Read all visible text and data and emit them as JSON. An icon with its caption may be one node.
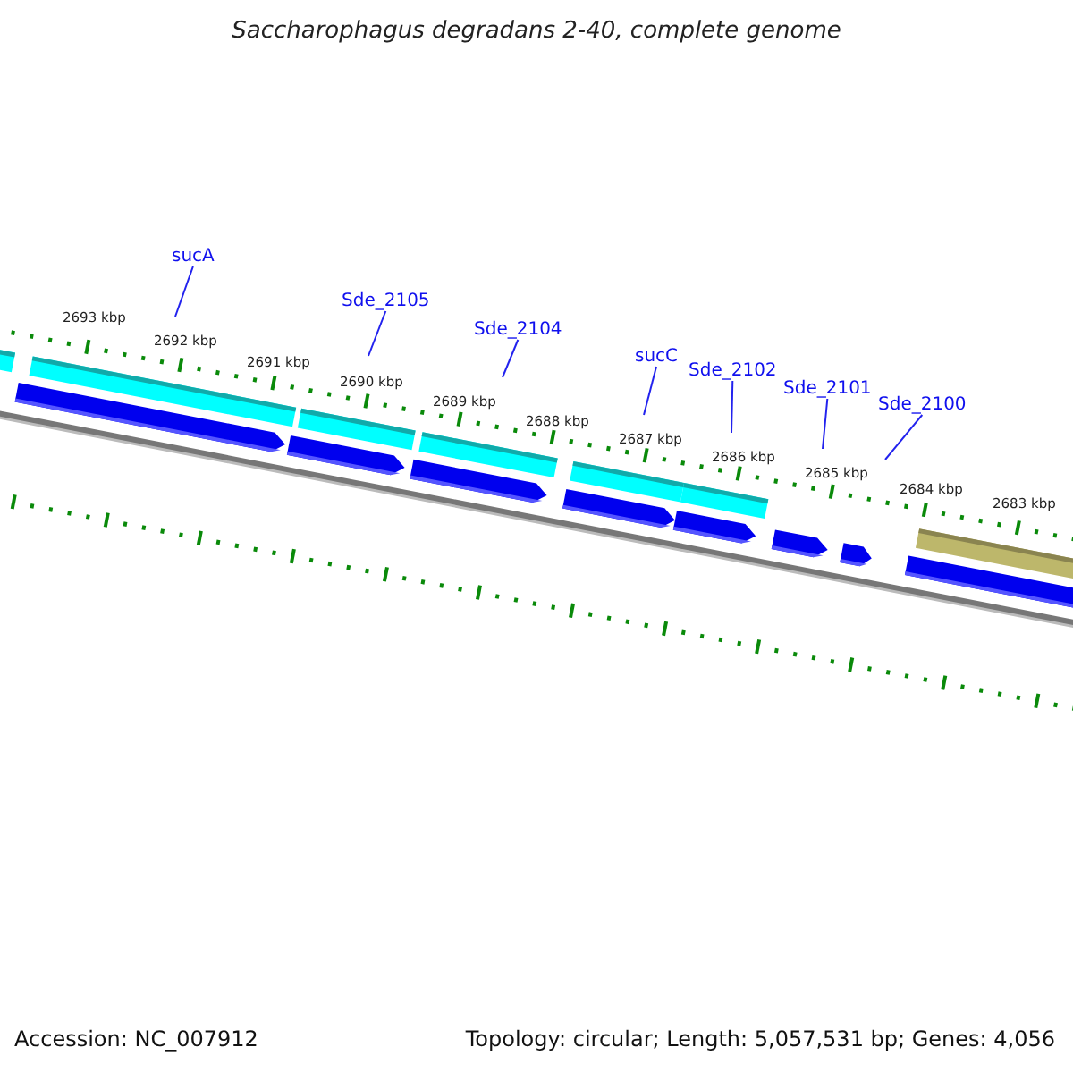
{
  "diagram": {
    "title": "Saccharophagus degradans 2-40, complete genome",
    "nodes": [
      {
        "text": [
          "sucA"
        ]
      },
      {
        "text": [
          "Sde_2105"
        ]
      },
      {
        "text": [
          "Sde_2104"
        ]
      },
      {
        "text": [
          "sucC"
        ]
      },
      {
        "text": [
          "Sde_2102"
        ]
      },
      {
        "text": [
          "Sde_2101"
        ]
      },
      {
        "text": [
          "Sde_2100"
        ]
      }
    ],
    "edges": [
      {
        "from": 0,
        "to": null,
        "arrow": "none"
      },
      {
        "from": 1,
        "to": null,
        "arrow": "none"
      },
      {
        "from": 2,
        "to": null,
        "arrow": "none"
      },
      {
        "from": 3,
        "to": null,
        "arrow": "none"
      },
      {
        "from": 4,
        "to": null,
        "arrow": "none"
      },
      {
        "from": 5,
        "to": null,
        "arrow": "none"
      },
      {
        "from": 6,
        "to": null,
        "arrow": "none"
      }
    ],
    "labels": [
      "2693 kbp",
      "2692 kbp",
      "2691 kbp",
      "2690 kbp",
      "2689 kbp",
      "2688 kbp",
      "2687 kbp",
      "2686 kbp",
      "2685 kbp",
      "2684 kbp",
      "2683 kbp",
      "Accession: NC_007912",
      "Topology: circular; Length: 5,057,531 bp; Genes: 4,056"
    ]
  }
}
